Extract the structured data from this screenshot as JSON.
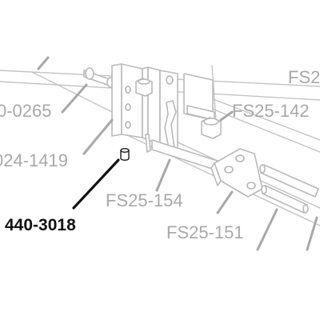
{
  "callouts": {
    "top_right": "FS2",
    "left_upper": "0-0265",
    "right_upper": "FS25-142",
    "left_middle": "024-1419",
    "center": "FS25-154",
    "bottom_right": "FS25-151",
    "highlighted": "440-3018"
  },
  "colors": {
    "drawing_line": "#b9b9b9",
    "callout_text": "#a9a9a9",
    "highlight": "#111111"
  }
}
